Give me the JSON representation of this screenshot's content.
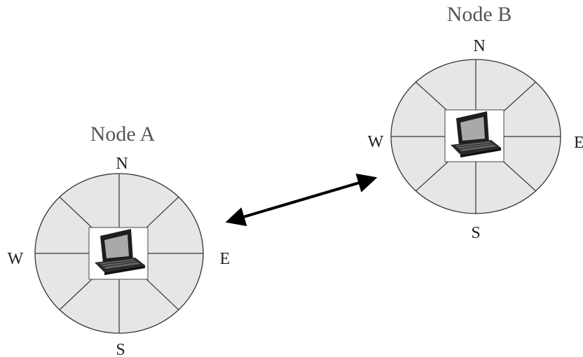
{
  "nodes": {
    "a": {
      "title": "Node A",
      "north": "N",
      "south": "S",
      "east": "E",
      "west": "W"
    },
    "b": {
      "title": "Node B",
      "north": "N",
      "south": "S",
      "east": "E",
      "west": "W"
    }
  },
  "link": {
    "direction": "bidirectional"
  },
  "icons": {
    "node_device": "laptop-icon",
    "link": "double-arrow-icon"
  }
}
